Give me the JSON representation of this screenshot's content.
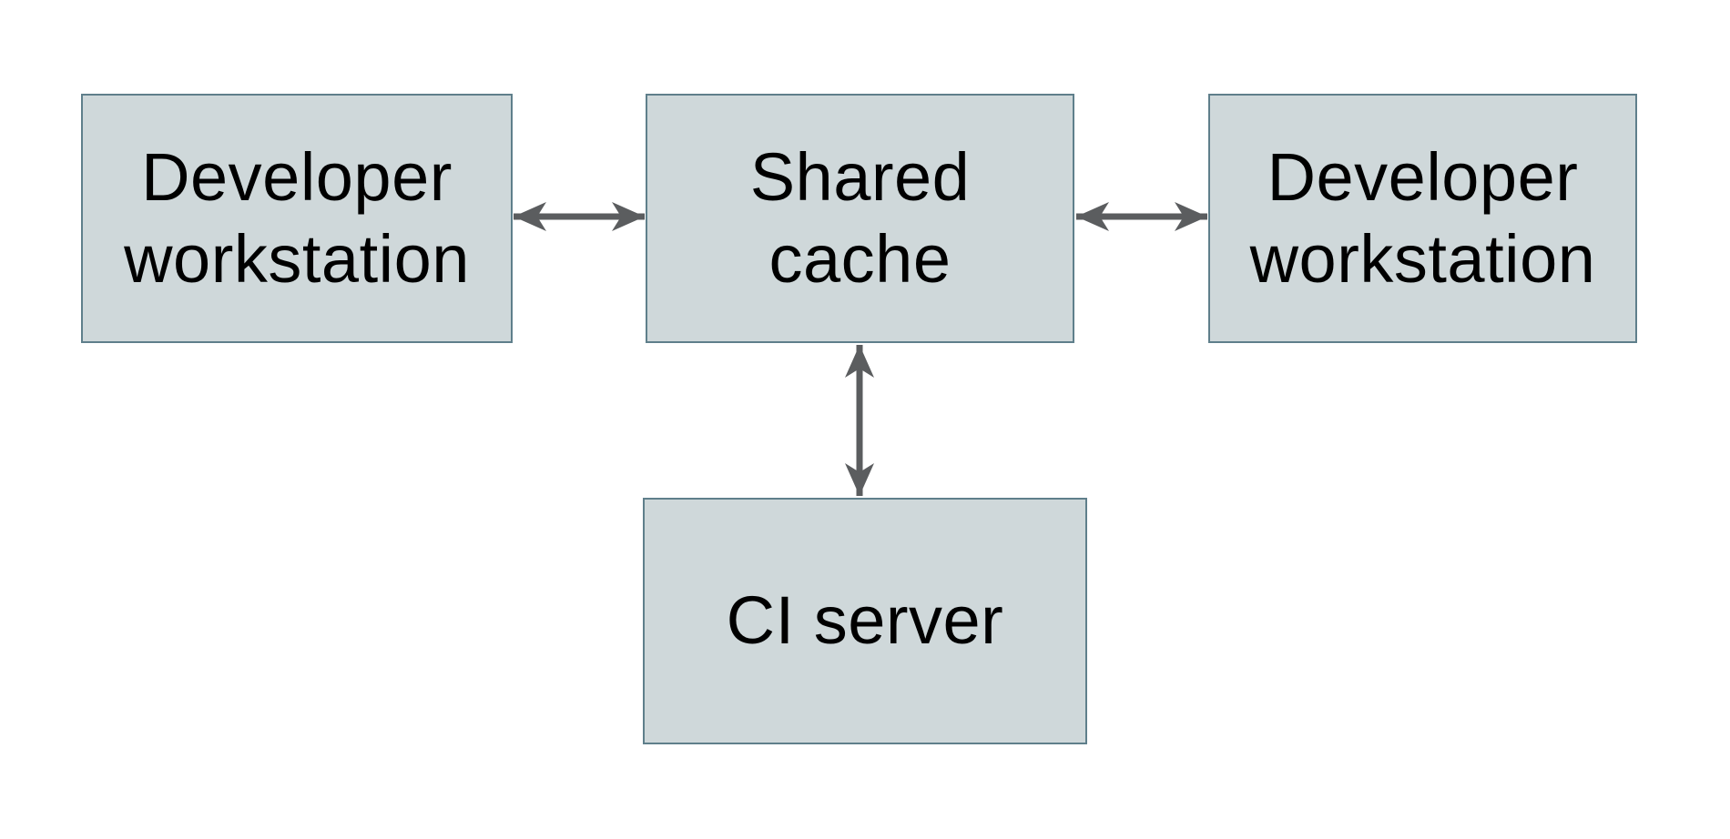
{
  "diagram": {
    "style": {
      "page_background": "#ffffff",
      "node_fill": "#cfd8da",
      "node_border_color": "#5f7f8b",
      "node_text_color": "#000000",
      "arrow_color": "#5b5d5f"
    },
    "nodes": [
      {
        "id": "developer-workstation-left",
        "label": "Developer\nworkstation"
      },
      {
        "id": "shared-cache",
        "label": "Shared\ncache"
      },
      {
        "id": "developer-workstation-right",
        "label": "Developer\nworkstation"
      },
      {
        "id": "ci-server",
        "label": "CI server"
      }
    ],
    "edges": [
      {
        "from": "developer-workstation-left",
        "to": "shared-cache",
        "direction": "bidirectional"
      },
      {
        "from": "shared-cache",
        "to": "developer-workstation-right",
        "direction": "bidirectional"
      },
      {
        "from": "shared-cache",
        "to": "ci-server",
        "direction": "bidirectional"
      }
    ]
  }
}
